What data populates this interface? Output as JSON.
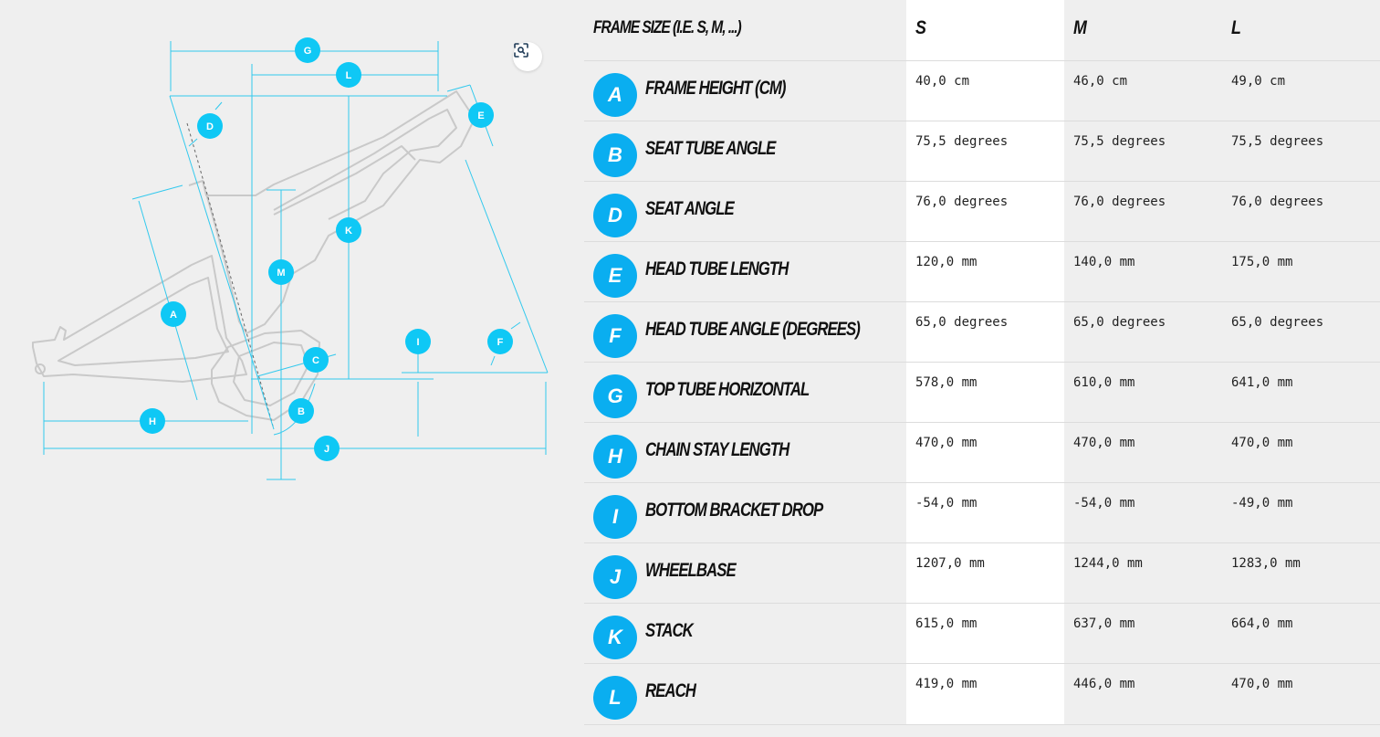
{
  "diagram": {
    "markers": [
      "A",
      "B",
      "C",
      "D",
      "E",
      "F",
      "G",
      "H",
      "I",
      "J",
      "K",
      "L",
      "M"
    ],
    "marker_color": "#0fc8f5",
    "line_color": "#32c9ee",
    "frame_color": "#c9c9c9",
    "zoom_icon": "zoom-icon"
  },
  "table": {
    "header": {
      "label": "FRAME SIZE (I.E. S, M, ...)",
      "sizes": [
        "S",
        "M",
        "L"
      ]
    },
    "badge_color": "#0aaef0",
    "rows": [
      {
        "letter": "A",
        "label": "FRAME HEIGHT (CM)",
        "values": [
          "40,0 cm",
          "46,0 cm",
          "49,0 cm"
        ]
      },
      {
        "letter": "B",
        "label": "SEAT TUBE ANGLE",
        "values": [
          "75,5 degrees",
          "75,5 degrees",
          "75,5 degrees"
        ]
      },
      {
        "letter": "D",
        "label": "SEAT ANGLE",
        "values": [
          "76,0 degrees",
          "76,0 degrees",
          "76,0 degrees"
        ]
      },
      {
        "letter": "E",
        "label": "HEAD TUBE LENGTH",
        "values": [
          "120,0 mm",
          "140,0 mm",
          "175,0 mm"
        ]
      },
      {
        "letter": "F",
        "label": "HEAD TUBE ANGLE (DEGREES)",
        "values": [
          "65,0 degrees",
          "65,0 degrees",
          "65,0 degrees"
        ]
      },
      {
        "letter": "G",
        "label": "TOP TUBE HORIZONTAL",
        "values": [
          "578,0 mm",
          "610,0 mm",
          "641,0 mm"
        ]
      },
      {
        "letter": "H",
        "label": "CHAIN STAY LENGTH",
        "values": [
          "470,0 mm",
          "470,0 mm",
          "470,0 mm"
        ]
      },
      {
        "letter": "I",
        "label": "BOTTOM BRACKET DROP",
        "values": [
          "-54,0 mm",
          "-54,0 mm",
          "-49,0 mm"
        ]
      },
      {
        "letter": "J",
        "label": "WHEELBASE",
        "values": [
          "1207,0 mm",
          "1244,0 mm",
          "1283,0 mm"
        ]
      },
      {
        "letter": "K",
        "label": "STACK",
        "values": [
          "615,0 mm",
          "637,0 mm",
          "664,0 mm"
        ]
      },
      {
        "letter": "L",
        "label": "REACH",
        "values": [
          "419,0 mm",
          "446,0 mm",
          "470,0 mm"
        ]
      }
    ]
  }
}
